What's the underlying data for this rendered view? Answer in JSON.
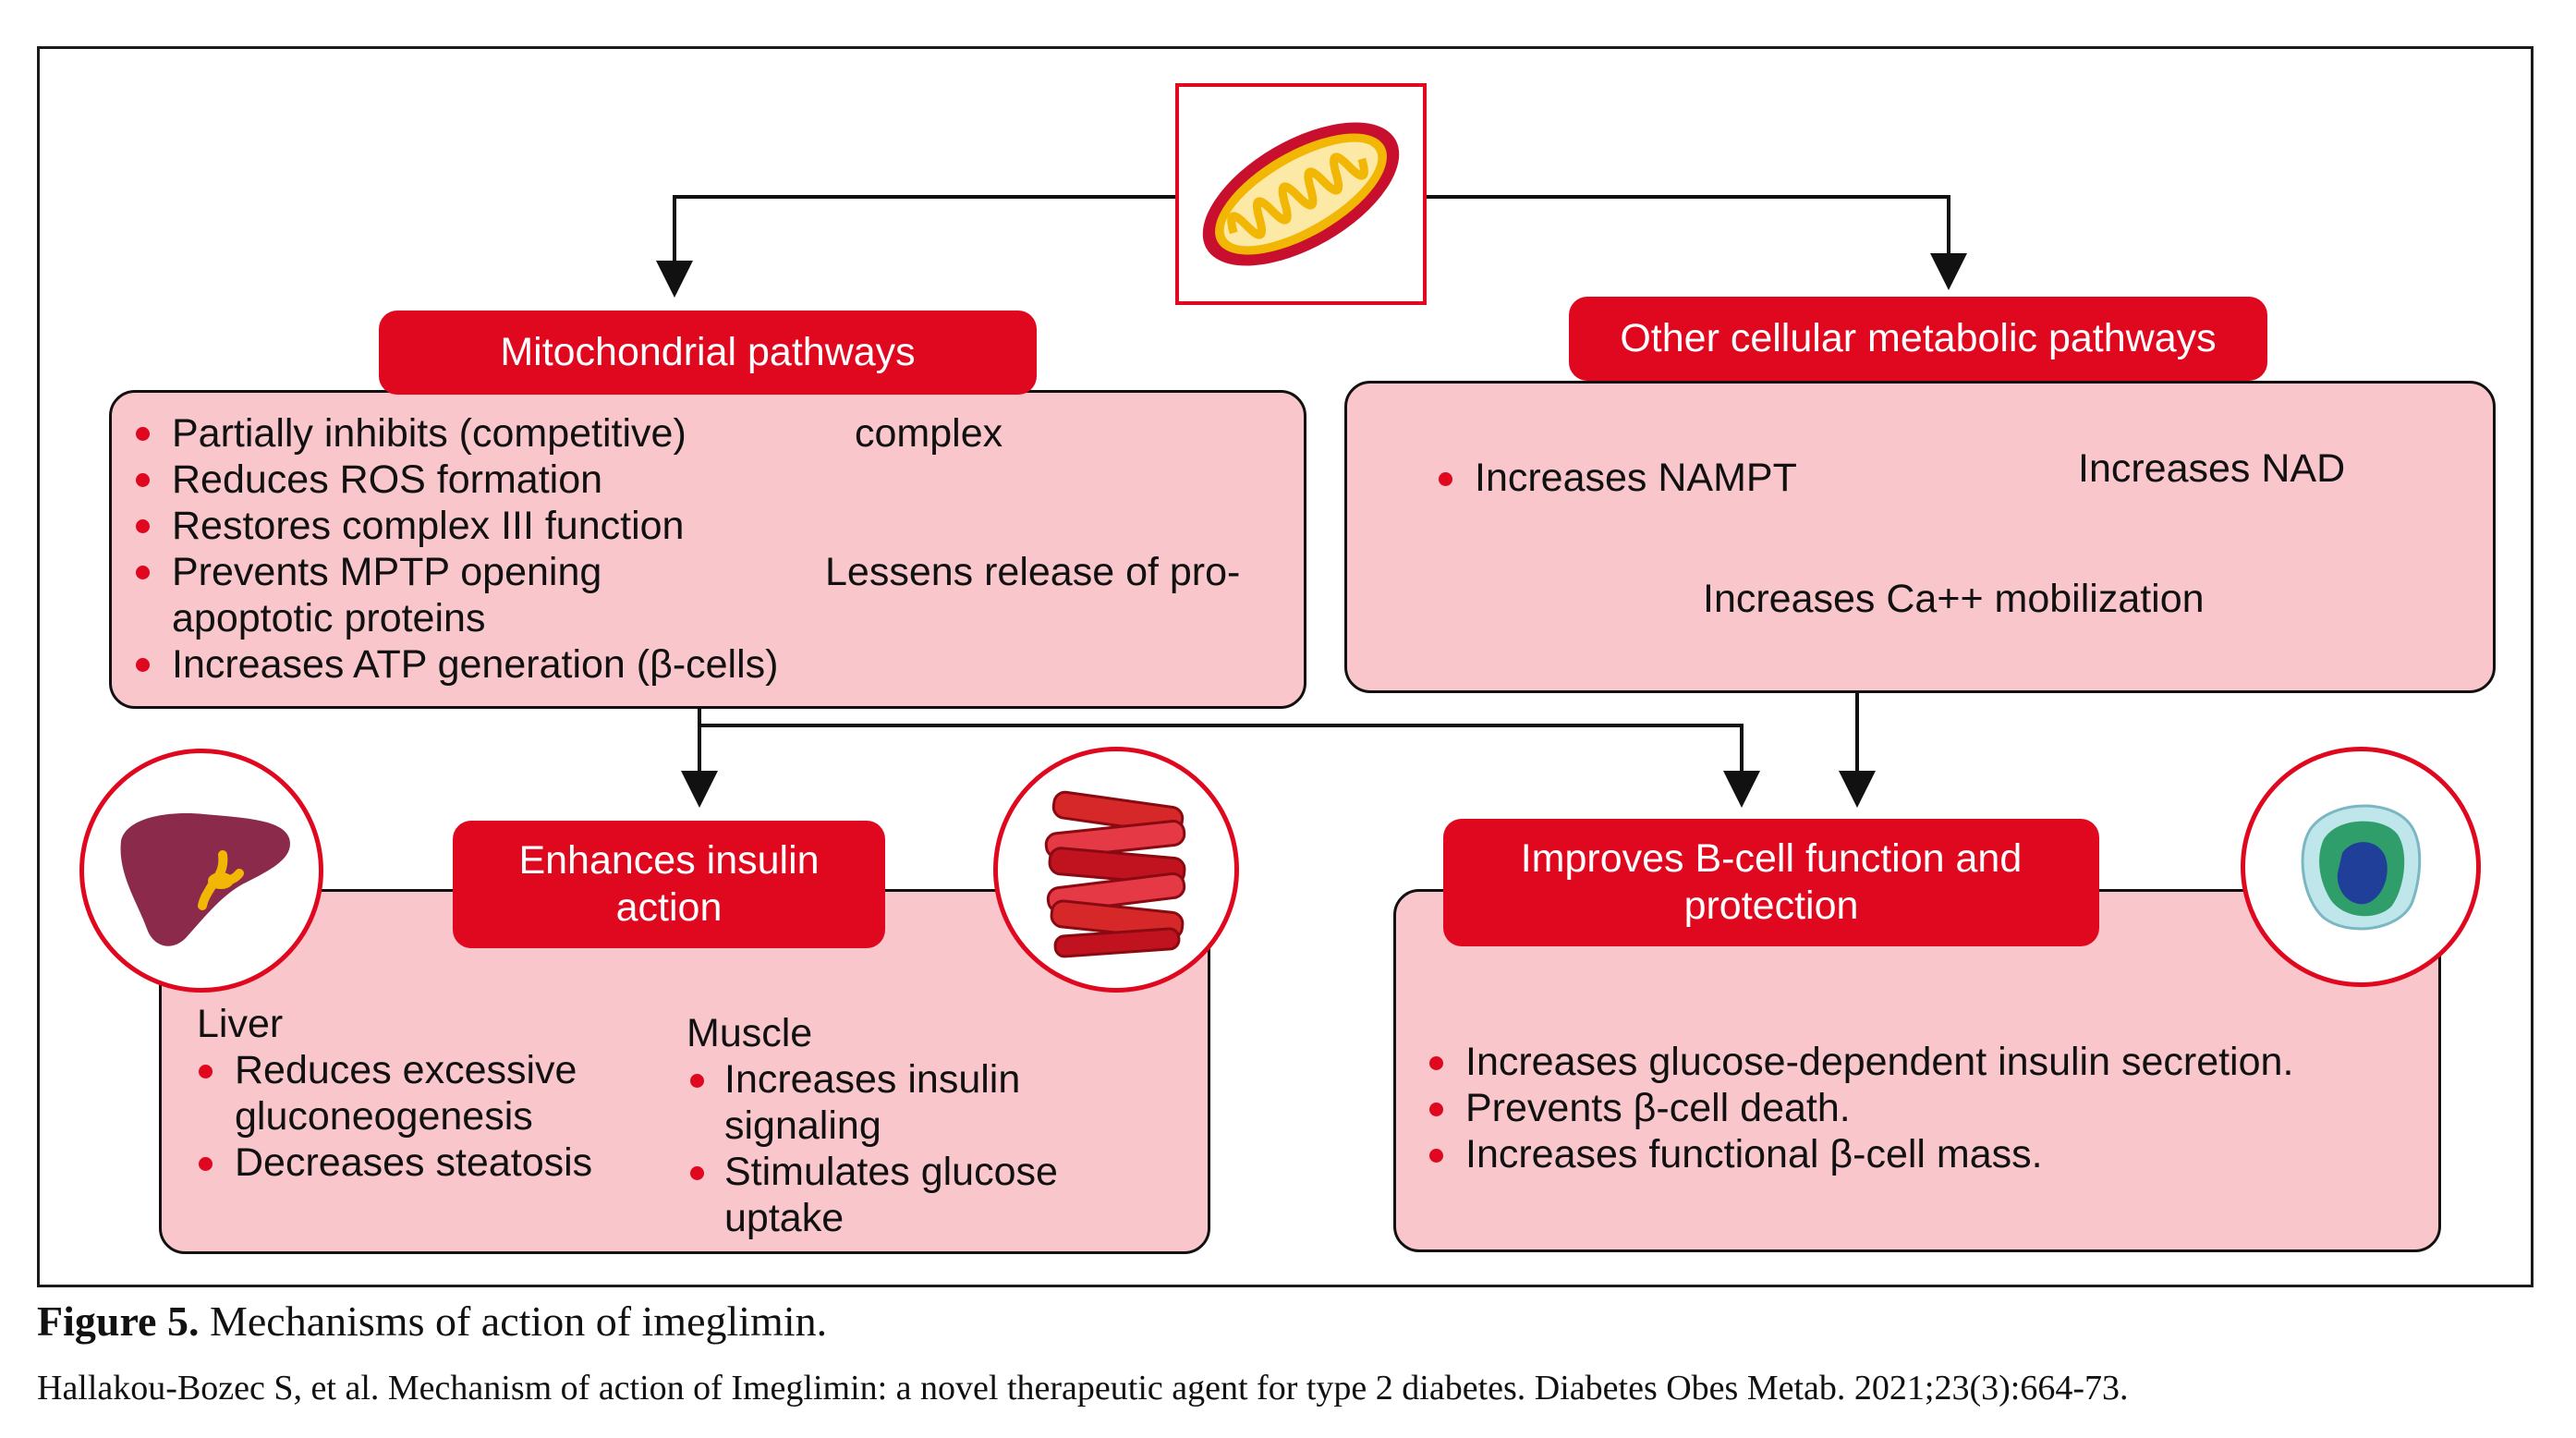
{
  "mito_pathways": {
    "header": "Mitochondrial pathways",
    "items": [
      "Partially inhibits (competitive)",
      "complex",
      "Reduces ROS formation",
      "Restores complex III function",
      "Prevents MPTP opening",
      "Lessens release of pro-",
      "apoptotic proteins",
      "Increases ATP generation (β-cells)"
    ]
  },
  "other_pathways": {
    "header": "Other cellular metabolic pathways",
    "nampt": "Increases NAMPT",
    "nad": "Increases NAD",
    "ca": "Increases Ca++ mobilization"
  },
  "insulin_action": {
    "header_line1": "Enhances insulin",
    "header_line2": "action",
    "liver": {
      "title": "Liver",
      "item1_line1": "Reduces excessive",
      "item1_line2": "gluconeogenesis",
      "item2": "Decreases steatosis"
    },
    "muscle": {
      "title": "Muscle",
      "item1_line1": "Increases insulin",
      "item1_line2": "signaling",
      "item2_line1": "Stimulates glucose",
      "item2_line2": "uptake"
    }
  },
  "bcell": {
    "header_line1": "Improves B-cell function and",
    "header_line2": "protection",
    "items": [
      "Increases glucose-dependent insulin secretion.",
      "Prevents β-cell death.",
      "Increases functional β-cell mass."
    ]
  },
  "caption": {
    "label": "Figure 5.",
    "text": " Mechanisms of action of imeglimin.",
    "reference": "Hallakou-Bozec S, et al. Mechanism of action of Imeglimin: a novel therapeutic agent for type 2 diabetes. Diabetes Obes Metab. 2021;23(3):664-73."
  },
  "colors": {
    "accent": "#e0081f",
    "box_fill": "#f8c6cb"
  },
  "icons": [
    "mitochondrion-icon",
    "liver-icon",
    "muscle-icon",
    "beta-cell-icon"
  ]
}
